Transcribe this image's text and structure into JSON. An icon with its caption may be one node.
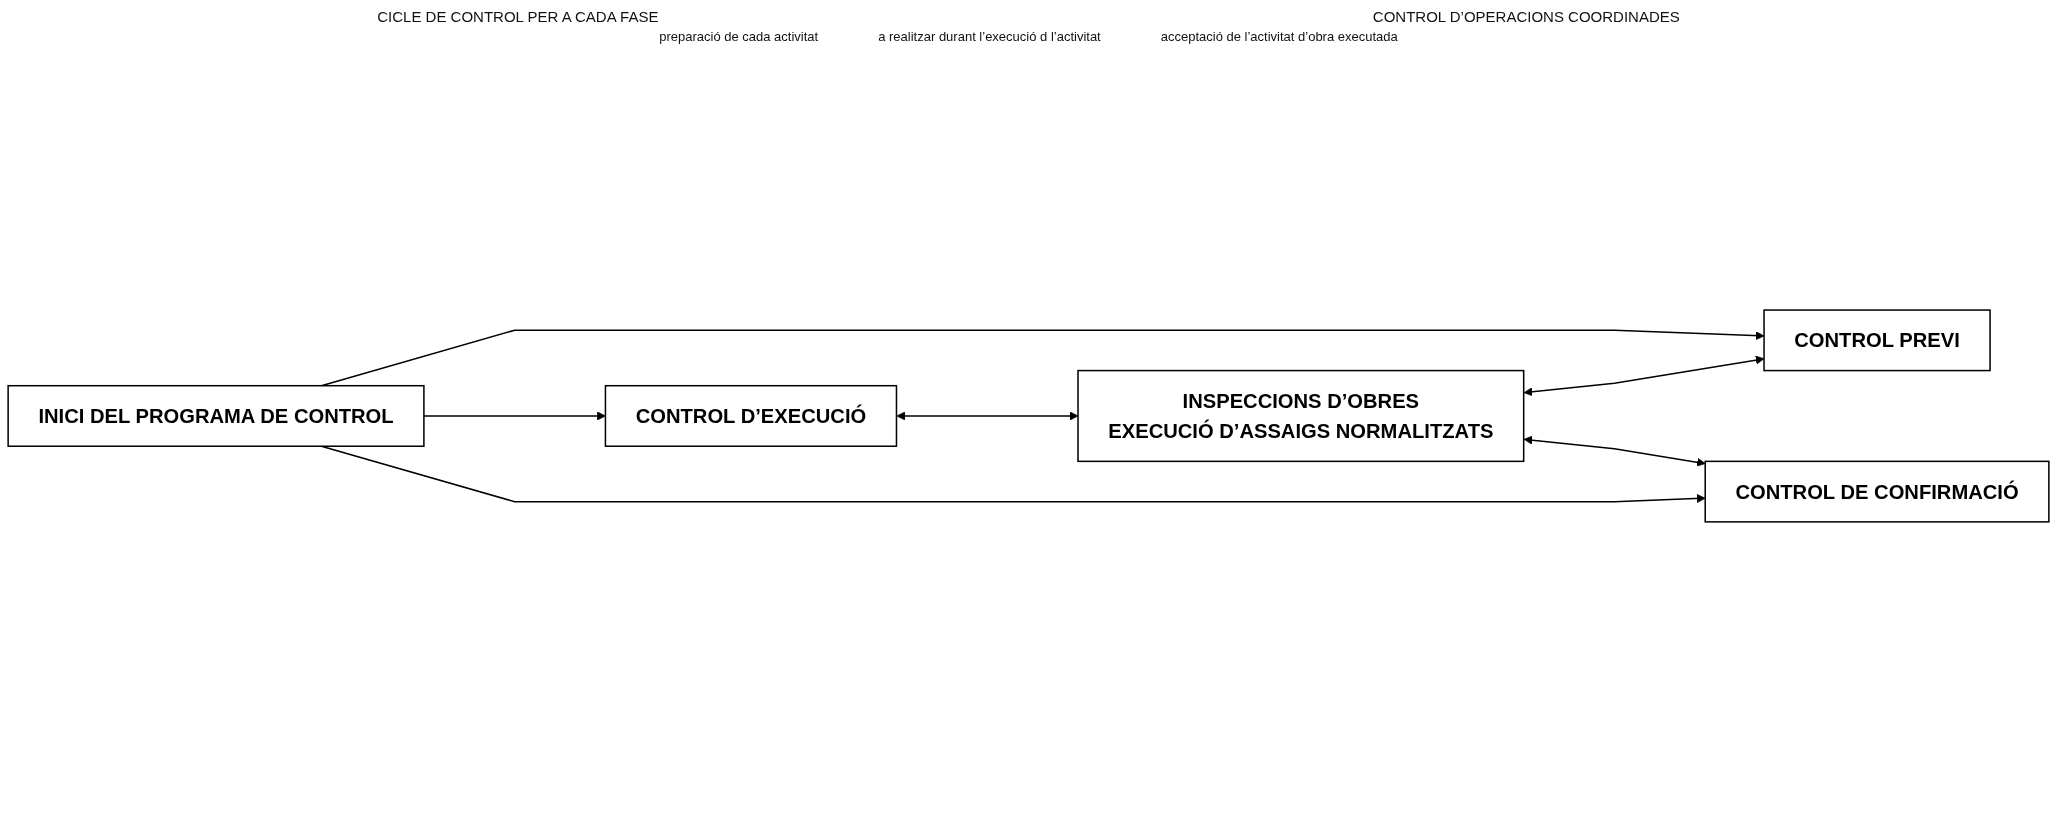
{
  "diagram": {
    "nodes": [
      {
        "text": [
          "INICI DEL PROGRAMA DE CONTROL"
        ]
      },
      {
        "text": [
          "CONTROL PREVI"
        ]
      },
      {
        "text": [
          "CONTROL D’EXECUCIÓ"
        ]
      },
      {
        "text": [
          "CONTROL DE CONFIRMACIÓ"
        ]
      },
      {
        "text": [
          "INSPECCIONS D’OBRES",
          "EXECUCIÓ D’ASSAIGS NORMALITZATS"
        ]
      }
    ],
    "edges": [
      {
        "from": 0,
        "to": 1,
        "arrow": "to"
      },
      {
        "from": 0,
        "to": 2,
        "arrow": "to"
      },
      {
        "from": 0,
        "to": 3,
        "arrow": "to"
      },
      {
        "from": 4,
        "to": 1,
        "arrow": "both"
      },
      {
        "from": 2,
        "to": 4,
        "arrow": "both"
      },
      {
        "from": 4,
        "to": 3,
        "arrow": "both"
      }
    ],
    "labels": [
      "CICLE DE CONTROL PER A CADA FASE",
      "CONTROL D’OPERACIONS COORDINADES",
      "preparació de cada activitat",
      "a realitzar durant l’execució d l’activitat",
      "acceptació de l’activitat d’obra executada"
    ]
  }
}
